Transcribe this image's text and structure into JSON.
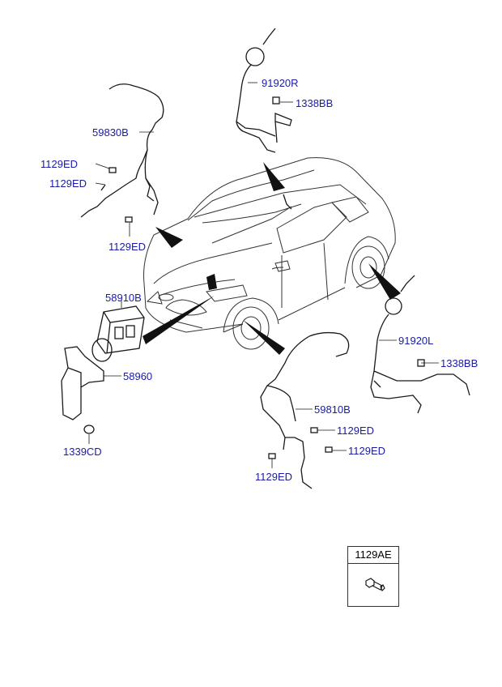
{
  "colors": {
    "label": "#1a1aa6",
    "line": "#1a1a1a",
    "car_line": "#333333"
  },
  "parts": [
    {
      "id": "p-91920R",
      "code": "91920R"
    },
    {
      "id": "p-1338BB-top",
      "code": "1338BB"
    },
    {
      "id": "p-59830B",
      "code": "59830B"
    },
    {
      "id": "p-1129ED-a",
      "code": "1129ED"
    },
    {
      "id": "p-1129ED-b",
      "code": "1129ED"
    },
    {
      "id": "p-1129ED-c",
      "code": "1129ED"
    },
    {
      "id": "p-58910B",
      "code": "58910B"
    },
    {
      "id": "p-58960",
      "code": "58960"
    },
    {
      "id": "p-1339CD",
      "code": "1339CD"
    },
    {
      "id": "p-91920L",
      "code": "91920L"
    },
    {
      "id": "p-1338BB-right",
      "code": "1338BB"
    },
    {
      "id": "p-59810B",
      "code": "59810B"
    },
    {
      "id": "p-1129ED-d",
      "code": "1129ED"
    },
    {
      "id": "p-1129ED-e",
      "code": "1129ED"
    },
    {
      "id": "p-1129ED-f",
      "code": "1129ED"
    }
  ],
  "legend": {
    "code": "1129AE",
    "icon": "bolt-icon"
  }
}
